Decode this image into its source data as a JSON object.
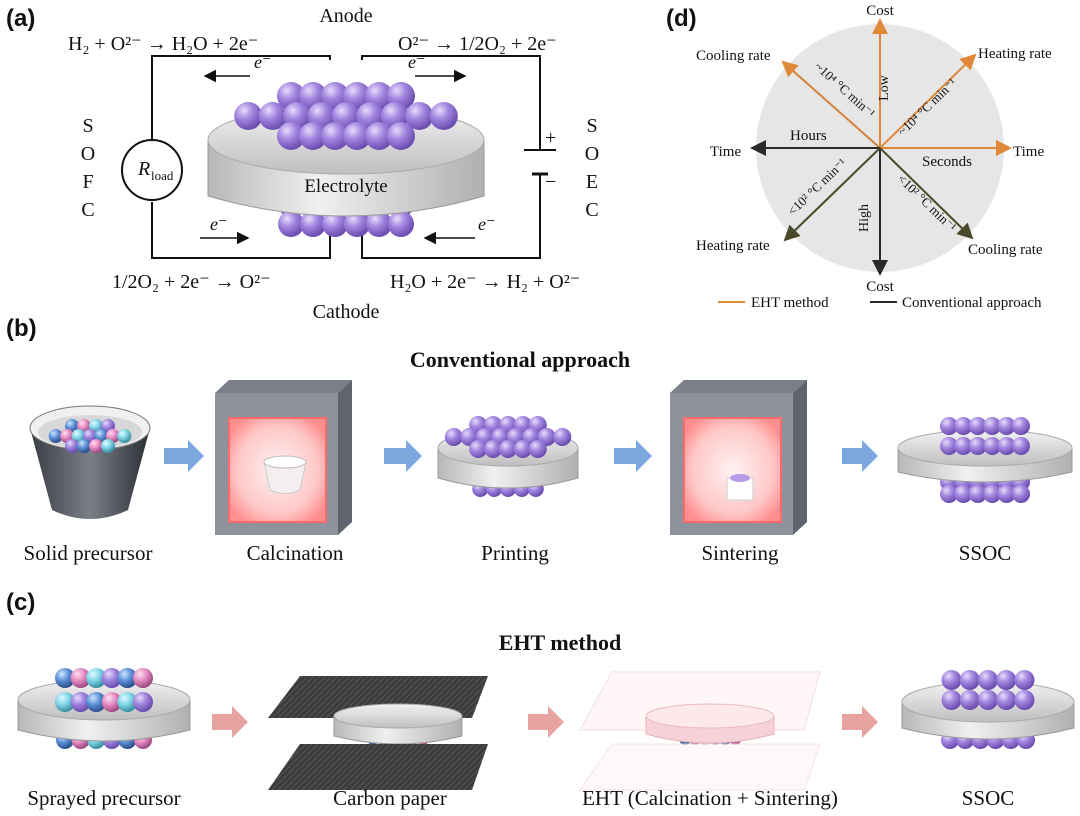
{
  "panel_a": {
    "tag": "(a)",
    "anode": "Anode",
    "cathode": "Cathode",
    "eq_top_left": "H₂ + O²⁻ → H₂O + 2e⁻",
    "eq_top_right": "O²⁻ → 1/2O₂ + 2e⁻",
    "eq_bottom_left": "1/2O₂ + 2e⁻ → O²⁻",
    "eq_bottom_right": "H₂O + 2e⁻ → H₂ + O²⁻",
    "electron": "e⁻",
    "electrolyte": "Electrolyte",
    "sofc": [
      "S",
      "O",
      "F",
      "C"
    ],
    "soec": [
      "S",
      "O",
      "E",
      "C"
    ],
    "rload": "R",
    "rload_sub": "load",
    "plus": "+",
    "minus": "−"
  },
  "panel_d": {
    "tag": "(d)",
    "cost_top": "Cost",
    "cost_bottom": "Cost",
    "low": "Low",
    "high": "High",
    "cooling_rate_1": "Cooling rate",
    "heating_rate_1": "Heating rate",
    "time_left": "Time",
    "time_right": "Time",
    "hours": "Hours",
    "seconds": "Seconds",
    "heating_rate_2": "Heating rate",
    "cooling_rate_2": "Cooling rate",
    "rate_eht_1": "~10⁴ °C min⁻¹",
    "rate_eht_2": "~10⁴ °C min⁻¹",
    "rate_conv_1": "<10² °C min⁻¹",
    "rate_conv_2": "<10² °C min⁻¹",
    "legend_eht": "EHT method",
    "legend_conv": "Conventional approach",
    "color_eht": "#e0893a",
    "color_conv": "#2a2a2a"
  },
  "panel_b": {
    "tag": "(b)",
    "title": "Conventional approach",
    "steps": [
      "Solid precursor",
      "Calcination",
      "Printing",
      "Sintering",
      "SSOC"
    ]
  },
  "panel_c": {
    "tag": "(c)",
    "title": "EHT method",
    "title_color": "#8b4a1c",
    "steps": [
      "Sprayed precursor",
      "Carbon paper",
      "EHT (Calcination + Sintering)",
      "SSOC"
    ]
  },
  "colors": {
    "sphere": "#a487e0",
    "arrow_conv": "#7aa7dc",
    "arrow_eht": "#e6a3a0"
  }
}
